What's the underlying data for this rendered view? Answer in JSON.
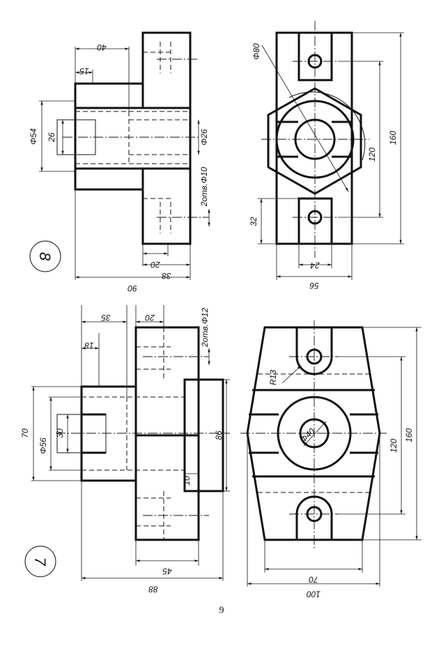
{
  "page_number": "9",
  "drawing_7": {
    "number": "7",
    "dims": {
      "d70": "70",
      "d56": "Φ56",
      "d30": "30",
      "d18": "18",
      "d35": "35",
      "d20": "20",
      "holes": "2отв.Φ12",
      "d86": "86",
      "d10": "10",
      "d45": "45",
      "d88": "88",
      "r13": "R13",
      "d40": "Φ40",
      "d120": "120",
      "d160": "160",
      "d70b": "70",
      "d100": "100"
    }
  },
  "drawing_8": {
    "number": "8",
    "dims": {
      "d54": "Φ54",
      "d26": "26",
      "d15": "15",
      "d40": "40",
      "d26b": "Φ26",
      "holes": "2отв.Φ10",
      "d20": "20",
      "d38": "38",
      "d90": "90",
      "d80": "Φ80",
      "d120": "120",
      "d160": "160",
      "d32": "32",
      "d24": "24",
      "d56": "56"
    }
  }
}
